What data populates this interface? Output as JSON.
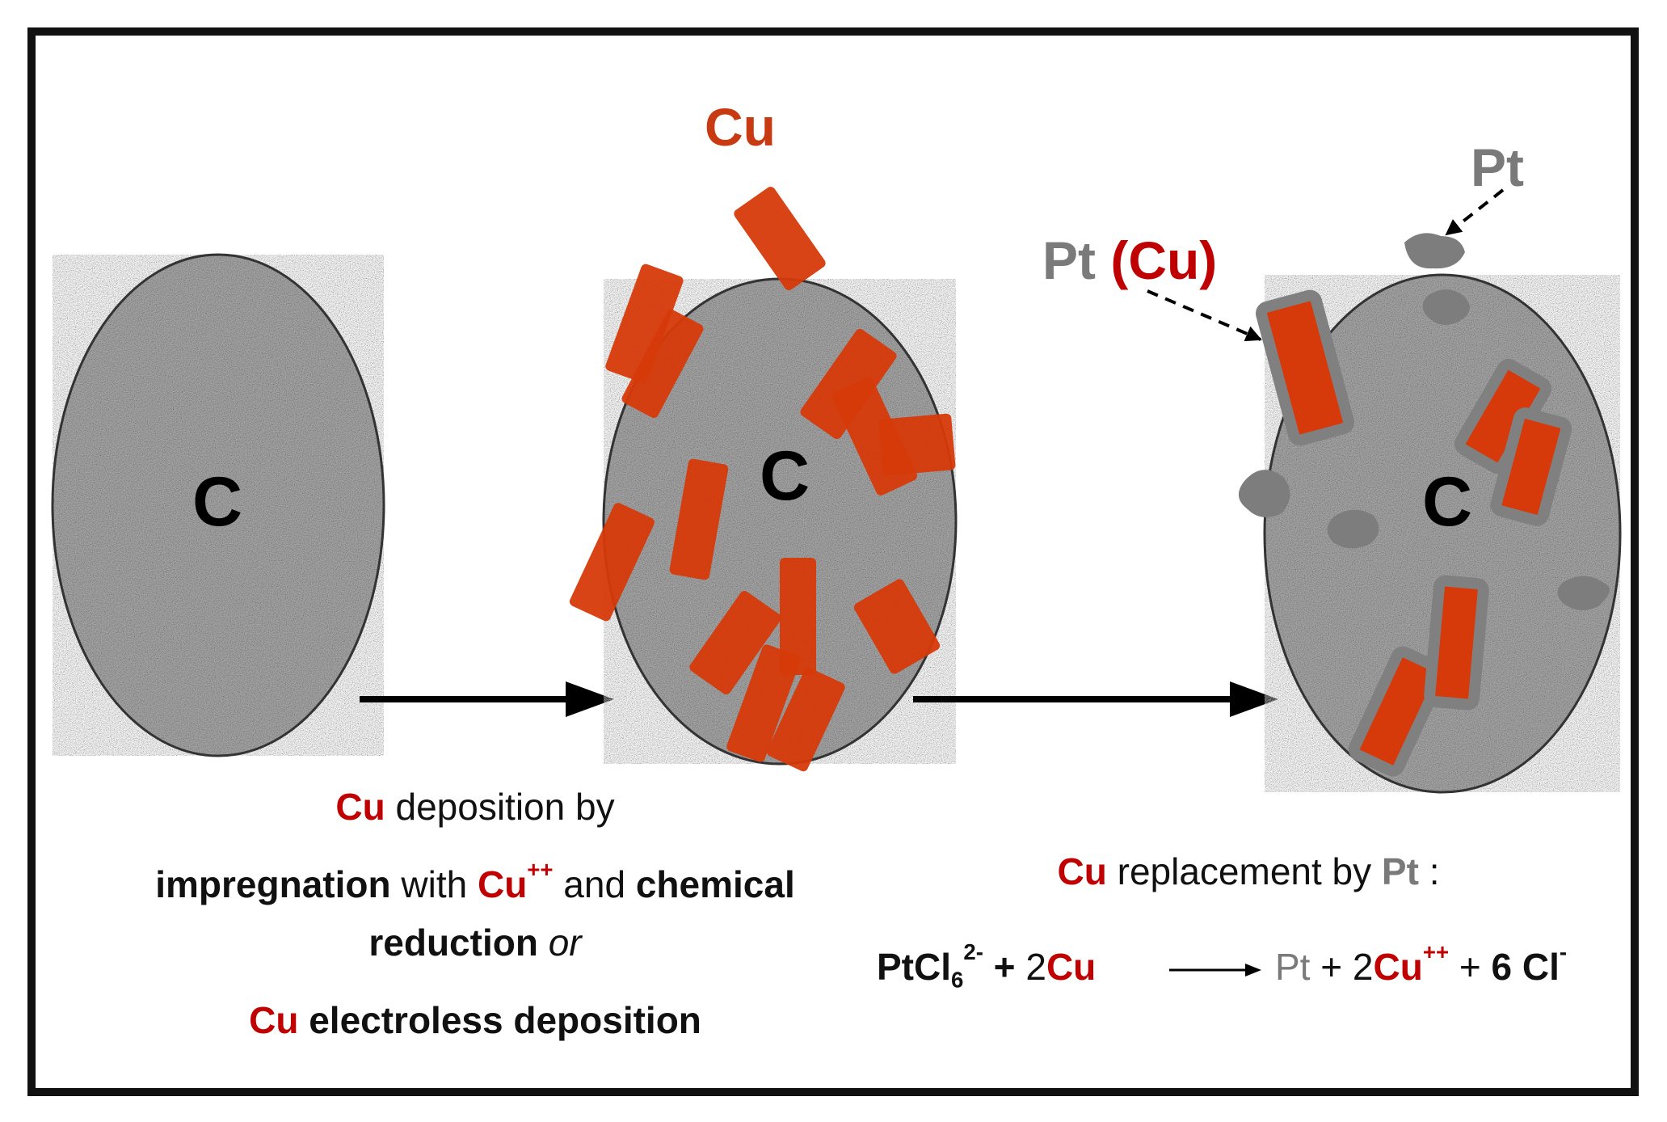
{
  "particles": {
    "core_label": "C",
    "cu_label": "Cu",
    "pt_label": "Pt",
    "pt_cu_label_pt": "Pt",
    "pt_cu_label_cu": "(Cu)"
  },
  "step1": {
    "line1_cu": "Cu",
    "line1_rest": " deposition by",
    "line2_impregnation": "impregnation",
    "line2_with": " with ",
    "line2_cu": "Cu",
    "line2_charge": "++",
    "line2_and": " and ",
    "line2_chemical": "chemical",
    "line3_reduction": "reduction",
    "line3_or": "or",
    "line4_cu": "Cu",
    "line4_rest": " electroless deposition"
  },
  "step2": {
    "title_cu": "Cu",
    "title_middle": " replacement by ",
    "title_pt": "Pt",
    "title_colon": " :",
    "eq_ptcl": "PtCl",
    "eq_sub": "6",
    "eq_sup": "2-",
    "eq_plus": " + ",
    "eq_coef": "2",
    "eq_cu": "Cu",
    "prod_pt": "Pt",
    "prod_plus1": " + ",
    "prod_coef": "2",
    "prod_cu": "Cu",
    "prod_cu_charge": "++",
    "prod_plus2": " + ",
    "prod_cl": "6 Cl",
    "prod_cl_charge": "-"
  },
  "colors": {
    "copper_text": "#c00000",
    "copper_fill": "#d63a0a",
    "platinum": "#7a7a7a",
    "carbon_core": "#a9a9a9"
  }
}
